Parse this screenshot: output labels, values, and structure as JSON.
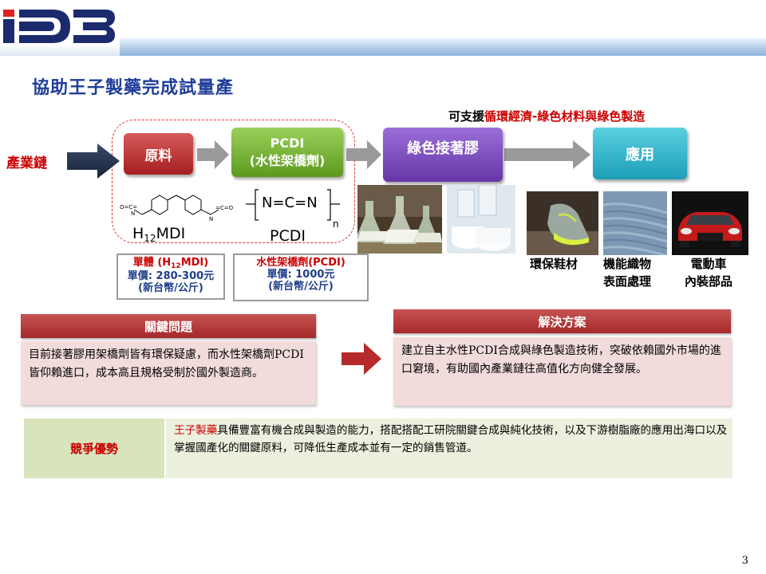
{
  "logo": {
    "text": "iD3"
  },
  "title": "協助王子製藥完成試量產",
  "support": {
    "prefix": "可支援",
    "highlight": "循環經濟-綠色材料與綠色製造"
  },
  "chain": {
    "label": "產業鏈",
    "raw_material": "原料",
    "pcdi_line1": "PCDI",
    "pcdi_line2": "(水性架橋劑)",
    "glue": "綠色接著膠",
    "application": "應用"
  },
  "chem": {
    "mdi_name": "H",
    "mdi_sub": "12",
    "mdi_suffix": "MDI",
    "pcdi_formula": "N=C=N",
    "pcdi_n": "n",
    "pcdi_name": "PCDI"
  },
  "price_mdi": {
    "line1_prefix": "單體 (H",
    "line1_sub": "12",
    "line1_suffix": "MDI)",
    "line2": "單價: 280-300元",
    "line3": "(新台幣/公斤)"
  },
  "price_pcdi": {
    "line1": "水性架橋劑(PCDI)",
    "line2": "單價: 1000元",
    "line3": "(新台幣/公斤)"
  },
  "applications": [
    {
      "line1": "環保鞋材",
      "line2": ""
    },
    {
      "line1": "機能織物",
      "line2": "表面處理"
    },
    {
      "line1": "電動車",
      "line2": "內裝部品"
    }
  ],
  "problem": {
    "header": "關鍵問題",
    "body": "目前接著膠用架橋劑皆有環保疑慮，而水性架橋劑PCDI皆仰賴進口，成本高且規格受制於國外製造商。"
  },
  "solution": {
    "header": "解決方案",
    "body": "建立自主水性PCDI合成與綠色製造技術，突破依賴國外市場的進口窘境，有助國內產業鏈往高值化方向健全發展。"
  },
  "advantage": {
    "label": "競爭優勢",
    "highlight": "王子製藥",
    "body": "具備豐富有機合成與製造的能力，搭配搭配工研院關鍵合成與純化技術，以及下游樹脂廠的應用出海口以及掌握國產化的關鍵原料，可降低生產成本並有一定的銷售管道。"
  },
  "page_number": "3",
  "colors": {
    "title_blue": "#1f3d9a",
    "accent_red": "#cc0000",
    "raw_box": "#a71f1f",
    "pcdi_box": "#5c9a1f",
    "glue_box": "#6636a8",
    "app_box": "#1c9fb8",
    "panel_header": "#a52a2a",
    "panel_body": "#f2dcdb",
    "adv_label_bg": "#d8e4bc",
    "adv_text_bg": "#ebf1de"
  }
}
